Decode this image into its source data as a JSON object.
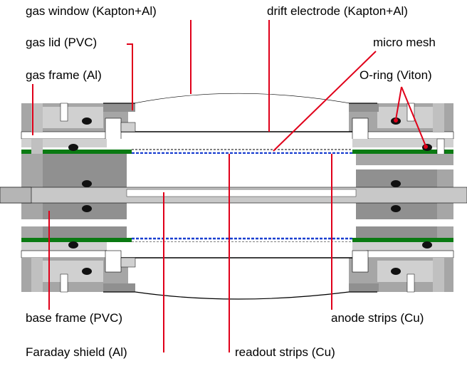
{
  "labels": {
    "gas_window": "gas window (Kapton+Al)",
    "gas_lid": "gas lid (PVC)",
    "gas_frame": "gas frame (Al)",
    "drift_electrode": "drift electrode (Kapton+Al)",
    "micro_mesh": "micro mesh",
    "o_ring": "O-ring (Viton)",
    "base_frame": "base frame (PVC)",
    "faraday_shield": "Faraday shield (Al)",
    "readout_strips": "readout strips (Cu)",
    "anode_strips": "anode strips (Cu)"
  },
  "colors": {
    "aluminium": "#a6a6a6",
    "pvc": "#d0d0d0",
    "pcb": "#0a7a12",
    "leader": "#e0001a",
    "o_ring": "#111111",
    "readout": "#1a3fd0"
  }
}
